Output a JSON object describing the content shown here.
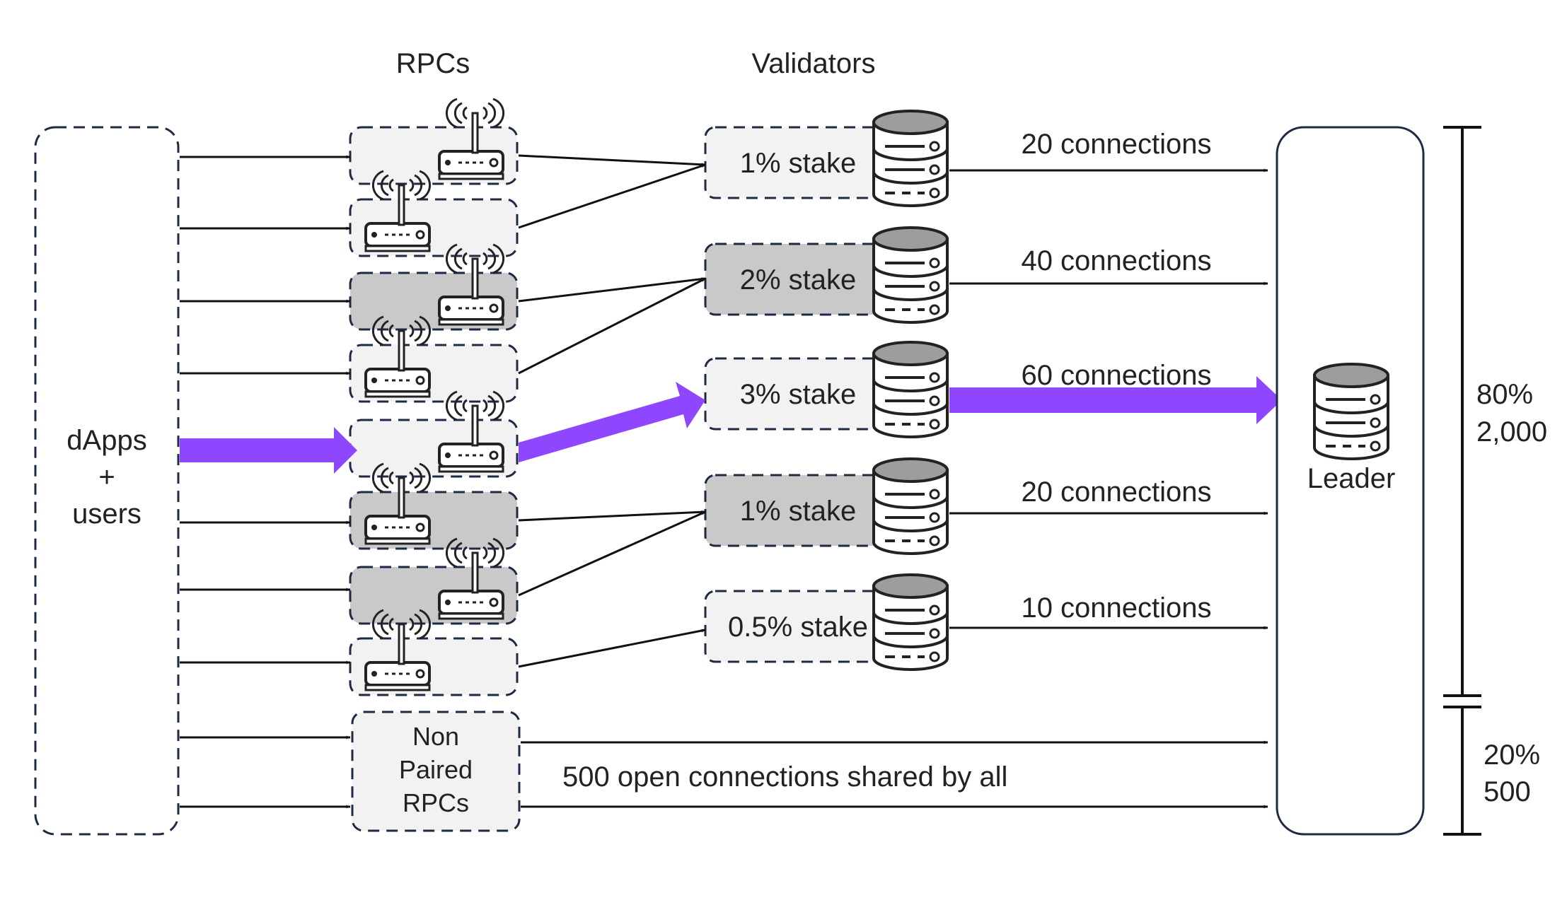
{
  "headings": {
    "rpcs": "RPCs",
    "validators": "Validators"
  },
  "source": {
    "line1": "dApps",
    "line2": "+",
    "line3": "users"
  },
  "validators": [
    {
      "stake": "1% stake",
      "connections": "20 connections",
      "shade": "light",
      "highlight": false
    },
    {
      "stake": "2% stake",
      "connections": "40 connections",
      "shade": "dark",
      "highlight": false
    },
    {
      "stake": "3% stake",
      "connections": "60 connections",
      "shade": "light",
      "highlight": true
    },
    {
      "stake": "1% stake",
      "connections": "20 connections",
      "shade": "dark",
      "highlight": false
    },
    {
      "stake": "0.5% stake",
      "connections": "10 connections",
      "shade": "light",
      "highlight": false
    }
  ],
  "rpc_shades": [
    "light",
    "light",
    "dark",
    "light",
    "light",
    "dark",
    "dark",
    "light"
  ],
  "non_paired": {
    "line1": "Non",
    "line2": "Paired",
    "line3": "RPCs"
  },
  "shared_label": "500 open connections shared by all",
  "leader": {
    "label": "Leader"
  },
  "brackets": {
    "staked": {
      "percent": "80%",
      "count": "2,000"
    },
    "unstaked": {
      "percent": "20%",
      "count": "500"
    }
  },
  "colors": {
    "highlight": "#8f46ff",
    "box_light": "#f2f2f2",
    "box_dark": "#c9c9c9",
    "outline": "#1e2a44",
    "icon": "#222222"
  },
  "icons": [
    "router-icon",
    "server-database-icon"
  ]
}
